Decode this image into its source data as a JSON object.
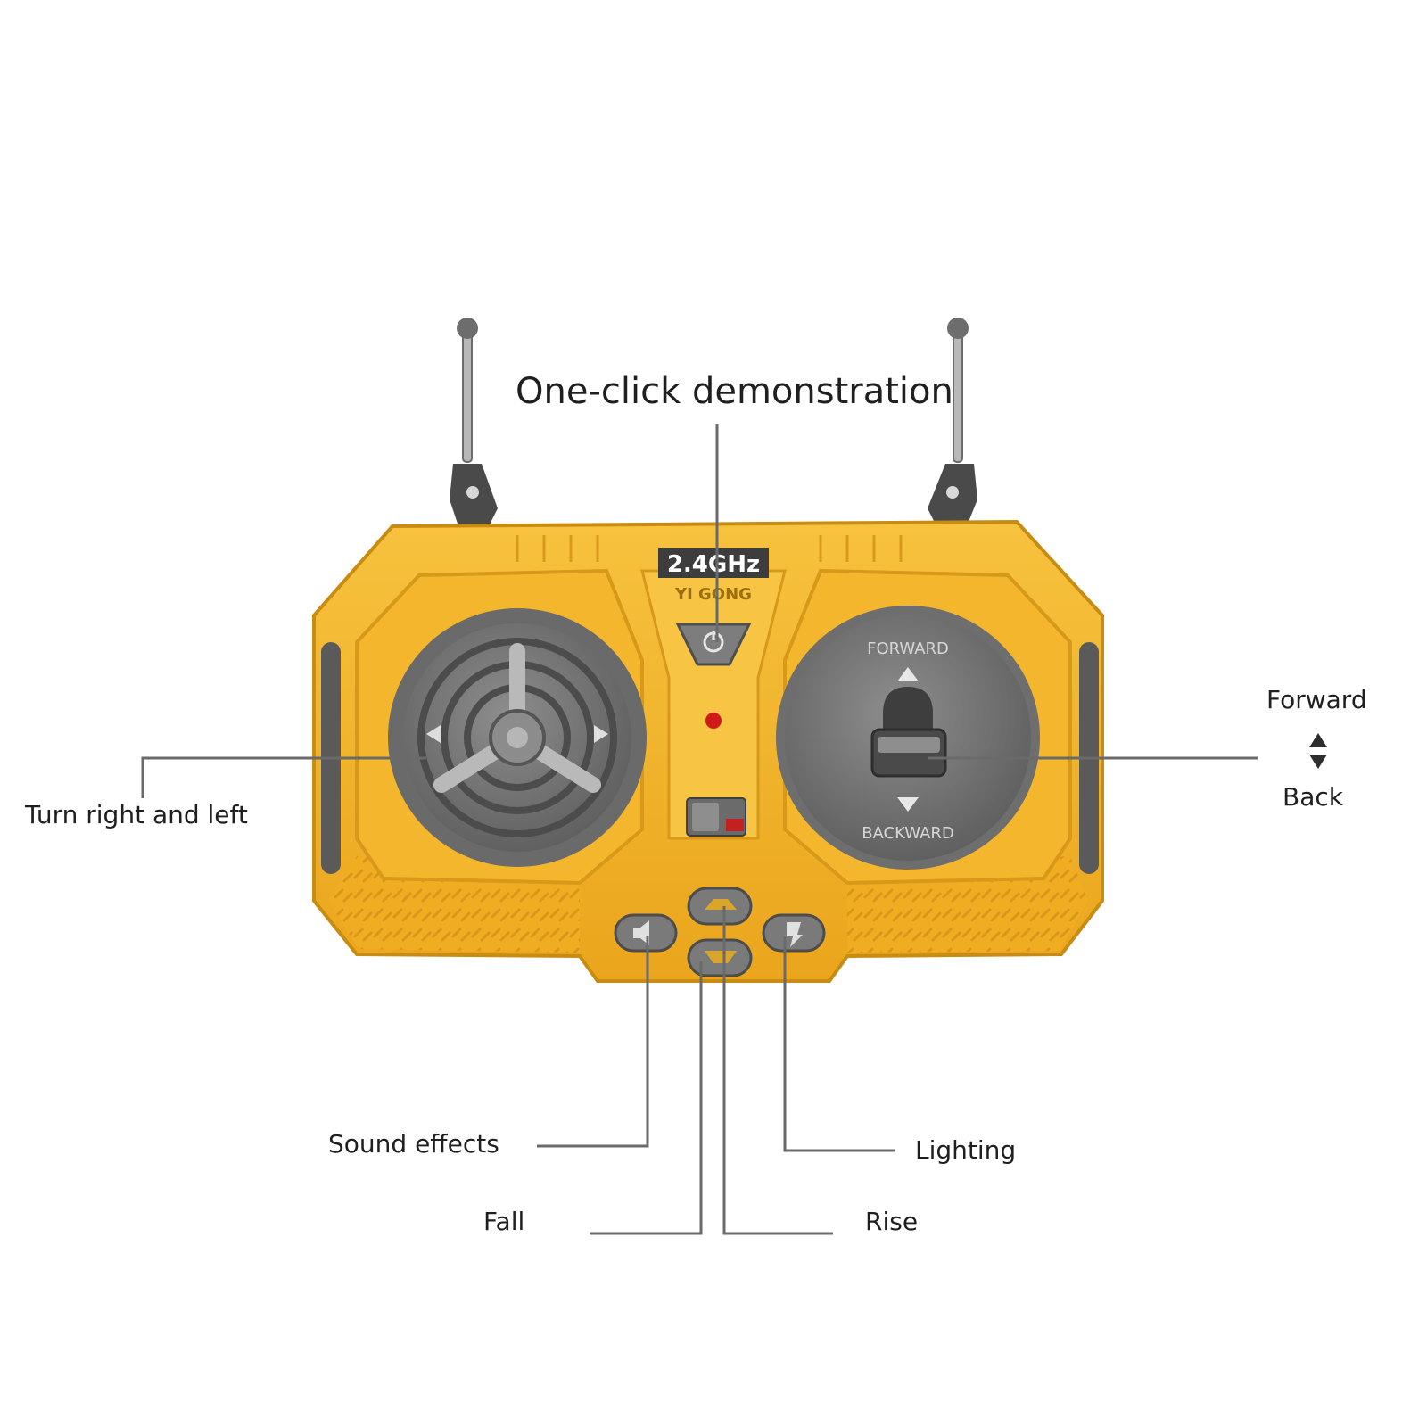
{
  "callouts": {
    "demo": "One-click demonstration",
    "steer": "Turn right and left",
    "forward": "Forward",
    "back": "Back",
    "sound": "Sound effects",
    "fall": "Fall",
    "lighting": "Lighting",
    "rise": "Rise"
  },
  "device": {
    "frequency_badge": "2.4GHz",
    "brand": "YI GONG",
    "joystick_top_label": "FORWARD",
    "joystick_bottom_label": "BACKWARD"
  },
  "colors": {
    "body": "#f2b227",
    "body_dark": "#c98c12",
    "body_light": "#f7c84a",
    "dial": "#7c7c7c",
    "dial_dark": "#5c5c5c",
    "leader_line": "#6a6a6a",
    "indicator": "#d01a1a"
  },
  "icons": [
    "antenna-left-icon",
    "antenna-right-icon",
    "demo-button-icon",
    "sound-icon",
    "rise-icon",
    "fall-icon",
    "lighting-icon",
    "up-arrow-icon",
    "down-arrow-icon"
  ]
}
